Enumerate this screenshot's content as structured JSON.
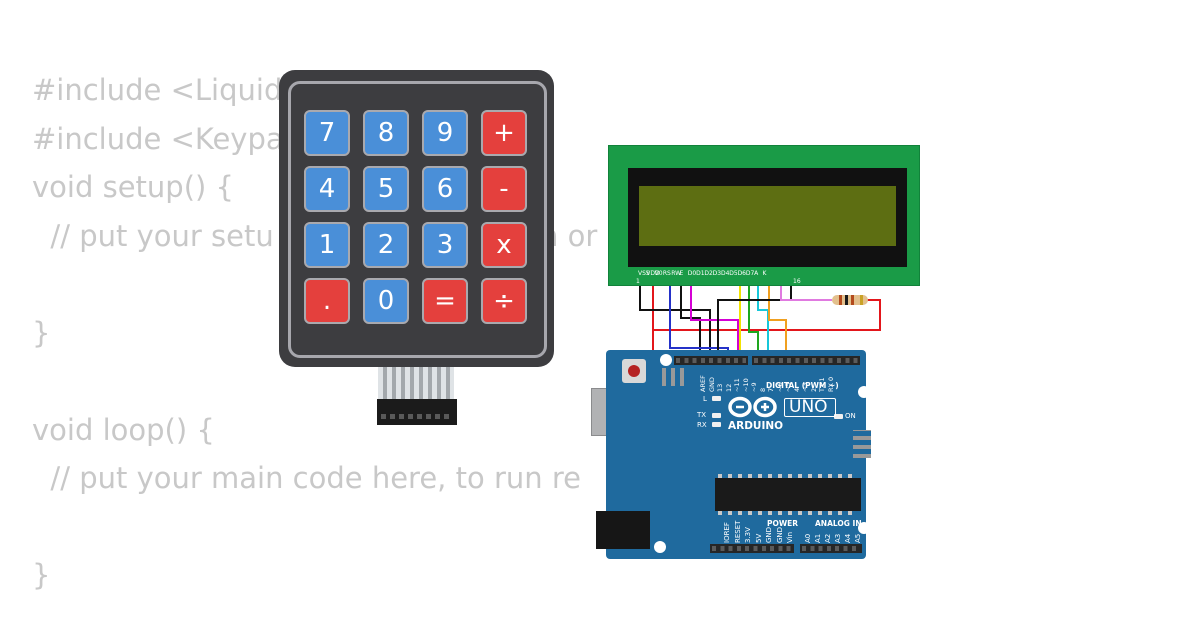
{
  "code": {
    "lines": [
      "#include <Liquid",
      "#include <Keypa",
      "void setup() {",
      "  // put your setu",
      "",
      "}",
      "",
      "void loop() {",
      "  // put your main code here, to run re",
      "",
      "}"
    ],
    "fragment_setup_tail": "n or"
  },
  "keypad": {
    "keys": [
      [
        "7",
        "8",
        "9",
        "+"
      ],
      [
        "4",
        "5",
        "6",
        "-"
      ],
      [
        "1",
        "2",
        "3",
        "x"
      ],
      [
        ".",
        "0",
        "=",
        "÷"
      ]
    ],
    "colors": {
      "number_key": "#4a8fd8",
      "operator_key": "#e4403d",
      "body": "#3d3d40"
    }
  },
  "lcd": {
    "pin_labels": [
      "VSS",
      "VDD",
      "V0",
      "RS",
      "RW",
      "E",
      "D0",
      "D1",
      "D2",
      "D3",
      "D4",
      "D5",
      "D6",
      "D7",
      "A",
      "K"
    ],
    "pin_first": "1",
    "pin_last": "16",
    "colors": {
      "pcb": "#1a9b47",
      "screen": "#5d6e12"
    }
  },
  "arduino": {
    "brand": "ARDUINO",
    "model": "UNO",
    "digital_label": "DIGITAL (PWM ~)",
    "power_label": "POWER",
    "analog_label": "ANALOG IN",
    "on_label": "ON",
    "led_l": "L",
    "led_tx": "TX",
    "led_rx": "RX",
    "top_pins": [
      "AREF",
      "GND",
      "13",
      "12",
      "~11",
      "~10",
      "~9",
      "8",
      "7",
      "~6",
      "~5",
      "4",
      "~3",
      "2",
      "TX 1",
      "RX 0"
    ],
    "power_pins": [
      "IOREF",
      "RESET",
      "3.3V",
      "5V",
      "GND",
      "GND",
      "Vin"
    ],
    "analog_pins": [
      "A0",
      "A1",
      "A2",
      "A3",
      "A4",
      "A5"
    ],
    "colors": {
      "board": "#1f6a9e"
    }
  }
}
